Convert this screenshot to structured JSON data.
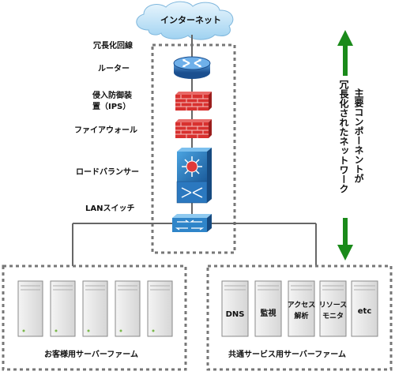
{
  "diagram": {
    "cloud_label": "インターネット",
    "redundant_line": "冗長化回線",
    "router": "ルーター",
    "ips_line1": "侵入防御装",
    "ips_line2": "置（IPS）",
    "firewall": "ファイアウォール",
    "load_balancer": "ロードバランサー",
    "lan_switch": "LANスイッチ",
    "vertical_col1": "主要コンポーネントが",
    "vertical_col2": "冗長化されたネットワーク",
    "left_farm_label": "お客様用サーバーファーム",
    "right_farm_label": "共通サービス用サーバーファーム",
    "right_servers": [
      {
        "line1": "DNS",
        "line2": ""
      },
      {
        "line1": "監視",
        "line2": ""
      },
      {
        "line1": "アクセス",
        "line2": "解析"
      },
      {
        "line1": "リソース",
        "line2": "モニタ"
      },
      {
        "line1": "etc",
        "line2": ""
      }
    ],
    "colors": {
      "arrow": "#1a8a1a",
      "cloud": "#bfe3f8",
      "router": "#2c6fb7",
      "firewall": "#d8312f",
      "switch": "#2f85c9"
    }
  }
}
